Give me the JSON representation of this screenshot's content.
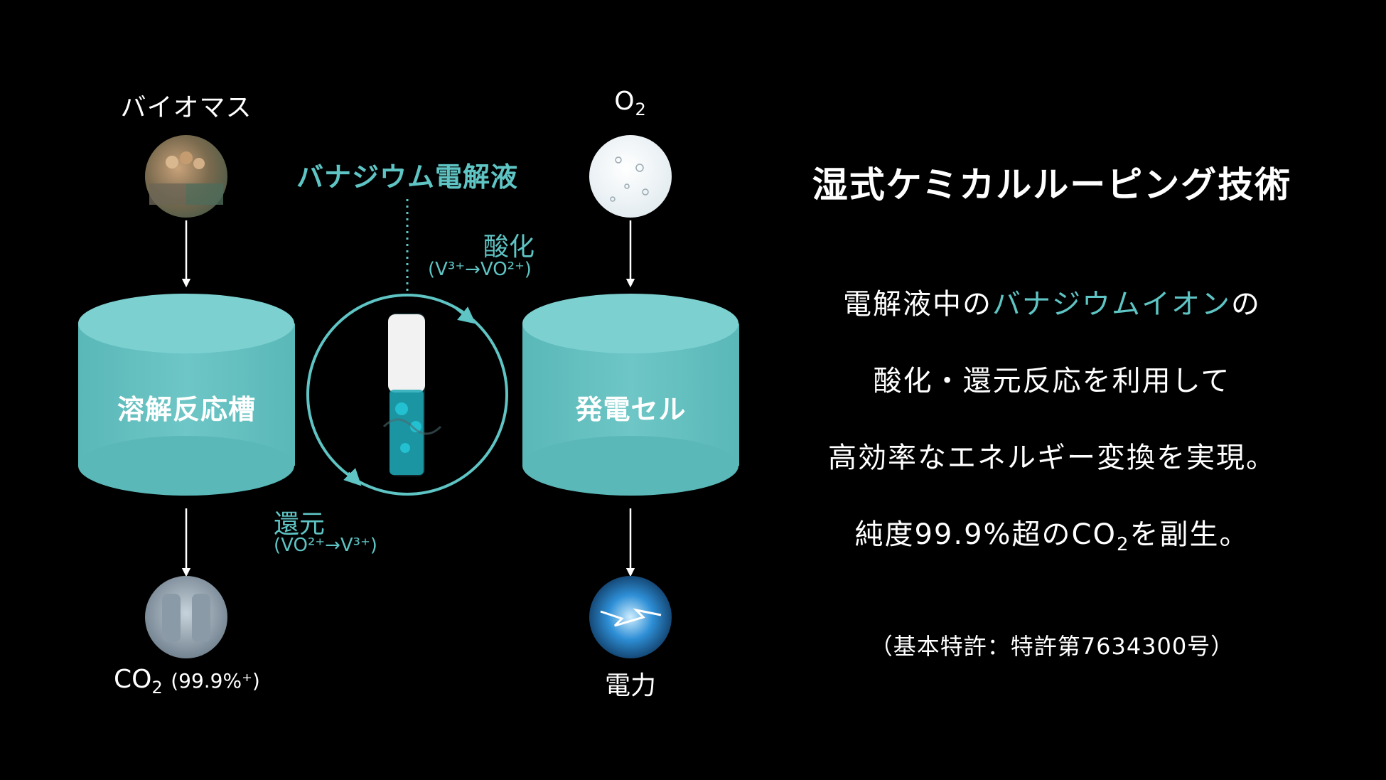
{
  "diagram": {
    "biomass_label": "バイオマス",
    "o2_label": "O",
    "o2_sub": "2",
    "electrolyte_label": "バナジウム電解液",
    "oxidation_label": "酸化",
    "oxidation_formula": "(V³⁺→VO²⁺)",
    "reduction_label": "還元",
    "reduction_formula": "(VO²⁺→V³⁺)",
    "left_tank_label": "溶解反応槽",
    "right_tank_label": "発電セル",
    "co2_label": "CO",
    "co2_sub": "2",
    "co2_purity": "(99.9%⁺)",
    "power_label": "電力",
    "icons": [
      "biomass-image",
      "oxygen-bubbles-image",
      "vanadium-electrolyte-image",
      "gas-tanks-image",
      "lightning-image"
    ]
  },
  "info": {
    "title": "湿式ケミカルルーピング技術",
    "line1_pre": "電解液中の",
    "line1_highlight": "バナジウムイオン",
    "line1_post": "の",
    "line2": "酸化・還元反応を利用して",
    "line3": "高効率なエネルギー変換を実現。",
    "line4_pre": "純度99.9%超のCO",
    "line4_sub": "2",
    "line4_post": "を副生。",
    "patent_note": "（基本特許：特許第7634300号）"
  },
  "colors": {
    "background": "#000000",
    "teal": "#6ec6c6",
    "accent_text": "#5fc4c4",
    "text": "#ffffff"
  }
}
